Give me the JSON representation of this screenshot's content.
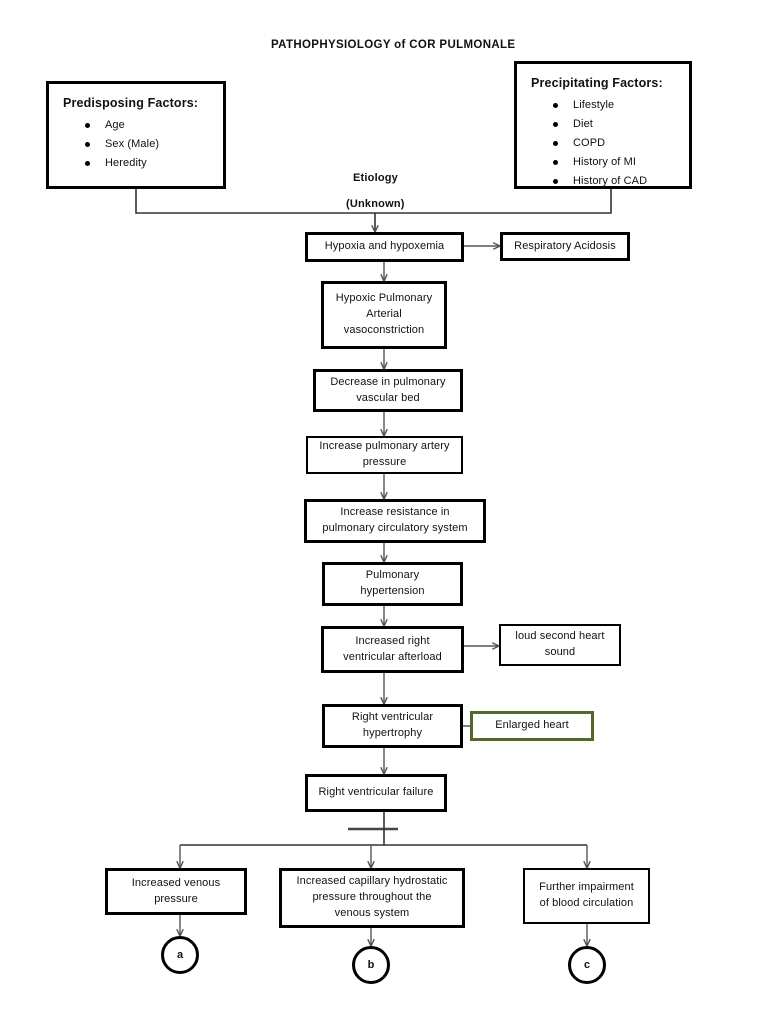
{
  "diagram": {
    "title": "PATHOPHYSIOLOGY of COR PULMONALE",
    "etiology_label": "Etiology",
    "etiology_sub": "(Unknown)"
  },
  "predisposing": {
    "title": "Predisposing Factors:",
    "items": [
      {
        "label": "Age"
      },
      {
        "label": "Sex (Male)"
      },
      {
        "label": "Heredity"
      }
    ]
  },
  "precipitating": {
    "title": "Precipitating Factors:",
    "items": [
      {
        "label": "Lifestyle"
      },
      {
        "label": "Diet"
      },
      {
        "label": "COPD"
      },
      {
        "label": "History of MI"
      },
      {
        "label": "History of CAD"
      }
    ]
  },
  "nodes": {
    "hypoxia": "Hypoxia and hypoxemia",
    "resp_acidosis": "Respiratory Acidosis",
    "hpav": "Hypoxic Pulmonary\nArterial\nvasoconstriction",
    "decrease_bed": "Decrease in pulmonary\nvascular bed",
    "increase_pa_pressure": "Increase pulmonary artery\npressure",
    "increase_resistance": "Increase resistance in\npulmonary circulatory system",
    "pulm_hypertension": "Pulmonary\nhypertension",
    "rv_afterload": "Increased right\nventricular afterload",
    "loud_s2": "loud second heart\nsound",
    "rv_hypertrophy": "Right ventricular\nhypertrophy",
    "enlarged_heart": "Enlarged heart",
    "rv_failure": "Right ventricular failure",
    "venous_pressure": "Increased venous\npressure",
    "capillary_pressure": "Increased capillary hydrostatic\npressure throughout the\nvenous system",
    "blood_circulation": "Further impairment\nof blood circulation"
  },
  "connectors": {
    "a": "a",
    "b": "b",
    "c": "c"
  },
  "colors": {
    "stroke": "#000000",
    "wire": "#555555",
    "enlarged_heart_border": "#54682c",
    "background": "#ffffff"
  }
}
